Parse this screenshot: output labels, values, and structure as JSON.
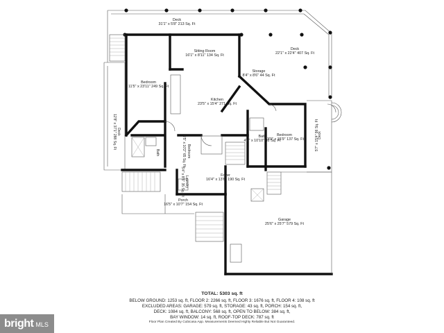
{
  "rooms": {
    "deck_top": {
      "name": "Deck",
      "dims": "31'1\" x 5'8\" 213 Sq. Ft"
    },
    "sitting": {
      "name": "Sitting Room",
      "dims": "16'1\" x 8'11\" 134 Sq. Ft"
    },
    "deck_right": {
      "name": "Deck",
      "dims": "22'1\" x 22'4\" 407 Sq. Ft"
    },
    "storage": {
      "name": "Storage",
      "dims": "8'4\" x 8'6\" 44 Sq. Ft"
    },
    "bedroom_left": {
      "name": "Bedroom",
      "dims": "11'5\" x 23'11\" 249 Sq. Ft"
    },
    "kitchen": {
      "name": "Kitchen",
      "dims": "23'5\" x 15'4\" 271 Sq. Ft"
    },
    "deck_left": {
      "name": "Deck",
      "dims": "12'8\" x 37'1\" 288 Sq. Ft"
    },
    "bath_left": {
      "name": "Bath",
      "dims": ""
    },
    "bedroom_mid": {
      "name": "Bedroom",
      "dims": "6'5\" x 10'2\" 65 Sq. Ft"
    },
    "bath_right": {
      "name": "Bath",
      "dims": "4'8\" x 10'10\" 42 Sq. Ft"
    },
    "bedroom_right": {
      "name": "Bedroom",
      "dims": "13'9\" x 15'9\" 137 Sq. Ft"
    },
    "deck_far_right": {
      "name": "Deck",
      "dims": "5'7\" x 15'4\" 86 Sq. Ft"
    },
    "foyer": {
      "name": "Foyer",
      "dims": "16'4\" x 13'6\" 190 Sq. Ft"
    },
    "laundry": {
      "name": "Laundry",
      "dims": "5'4\" x 8'5\" 35 Sq. Ft"
    },
    "porch": {
      "name": "Porch",
      "dims": "16'5\" x 10'7\" 154 Sq. Ft"
    },
    "garage": {
      "name": "Garage",
      "dims": "25'6\" x 25'7\" 579 Sq. Ft"
    }
  },
  "summary": {
    "title": "TOTAL: 5303 sq. ft",
    "lines": [
      "BELOW GROUND: 1253 sq. ft, FLOOR 2: 2266 sq. ft, FLOOR 3: 1676 sq. ft, FLOOR 4: 108 sq. ft",
      "EXCLUDED AREAS: GARAGE: 579 sq. ft, STORAGE: 43 sq. ft, PORCH: 154 sq. ft,",
      "DECK: 1084 sq. ft, BALCONY: 568 sq. ft, OPEN TO BELOW: 384 sq. ft,",
      "BAY WINDOW: 14 sq. ft, ROOF-TOP DECK: 787 sq. ft"
    ]
  },
  "footnote": "Floor Plan Created By Cubicasa App. Measurements Deemed Highly Reliable But Not Guaranteed.",
  "watermark": {
    "brand": "bright",
    "suffix": "MLS"
  },
  "colors": {
    "wall": "#111111",
    "line": "#555555",
    "watermark_bg": "#787878"
  }
}
